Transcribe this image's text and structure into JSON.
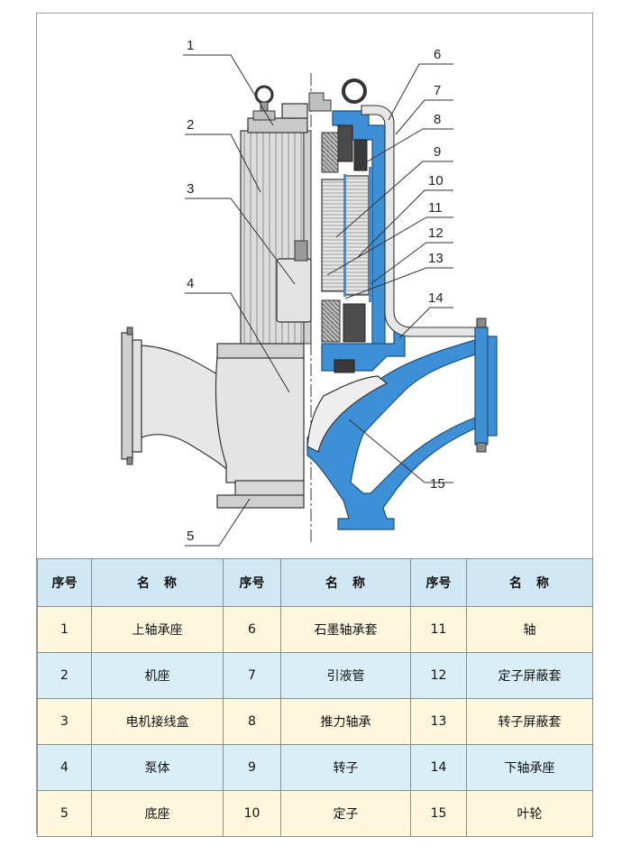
{
  "callouts": [
    "1",
    "2",
    "3",
    "4",
    "5",
    "6",
    "7",
    "8",
    "9",
    "10",
    "11",
    "12",
    "13",
    "14",
    "15"
  ],
  "colors": {
    "pump_blue": "#3d8fd6",
    "motor_gray": "#dadada",
    "line": "#333333",
    "header_bg": "#cfe8f3",
    "row_yellow": "#fdf7dd",
    "row_blue": "#d9eef6"
  },
  "table": {
    "headers": [
      "序号",
      "名　称",
      "序号",
      "名　称",
      "序号",
      "名　称"
    ],
    "rows": [
      [
        {
          "no": "1",
          "name": "上轴承座"
        },
        {
          "no": "6",
          "name": "石墨轴承套"
        },
        {
          "no": "11",
          "name": "轴"
        }
      ],
      [
        {
          "no": "2",
          "name": "机座"
        },
        {
          "no": "7",
          "name": "引液管"
        },
        {
          "no": "12",
          "name": "定子屏蔽套"
        }
      ],
      [
        {
          "no": "3",
          "name": "电机接线盒"
        },
        {
          "no": "8",
          "name": "推力轴承"
        },
        {
          "no": "13",
          "name": "转子屏蔽套"
        }
      ],
      [
        {
          "no": "4",
          "name": "泵体"
        },
        {
          "no": "9",
          "name": "转子"
        },
        {
          "no": "14",
          "name": "下轴承座"
        }
      ],
      [
        {
          "no": "5",
          "name": "底座"
        },
        {
          "no": "10",
          "name": "定子"
        },
        {
          "no": "15",
          "name": "叶轮"
        }
      ]
    ]
  }
}
